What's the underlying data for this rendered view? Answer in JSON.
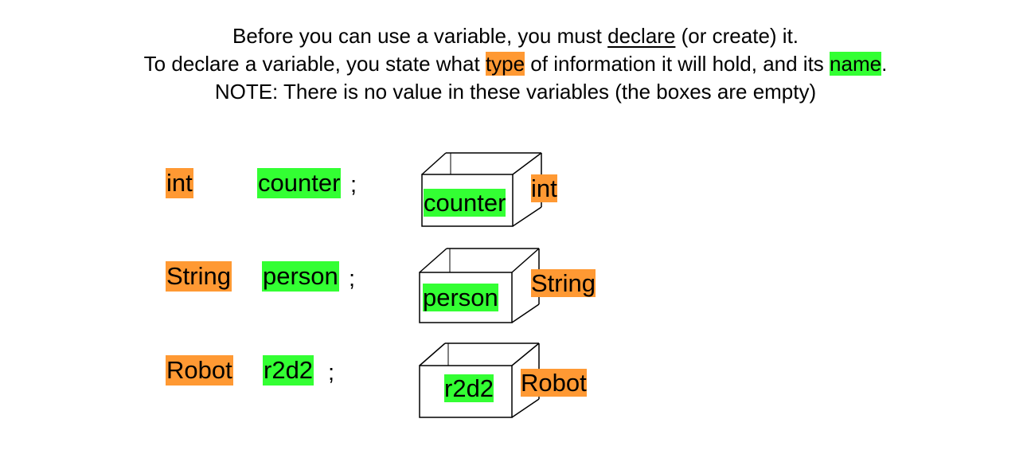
{
  "intro": {
    "line1_before": "Before you can use a variable, you must ",
    "line1_term": "declare",
    "line1_after": " (or create) it.",
    "line2_before": "To declare a variable, you state what ",
    "line2_type": "type",
    "line2_middle": " of information it will hold, and its ",
    "line2_name": "name",
    "line2_after": ".",
    "line3": "NOTE: There is no value in these variables (the boxes are empty)"
  },
  "colors": {
    "type_highlight": "#ff9933",
    "name_highlight": "#33ff33"
  },
  "declarations": [
    {
      "type": "int",
      "name": "counter",
      "terminator": ";"
    },
    {
      "type": "String",
      "name": "person",
      "terminator": ";"
    },
    {
      "type": "Robot",
      "name": "r2d2",
      "terminator": ";"
    }
  ]
}
